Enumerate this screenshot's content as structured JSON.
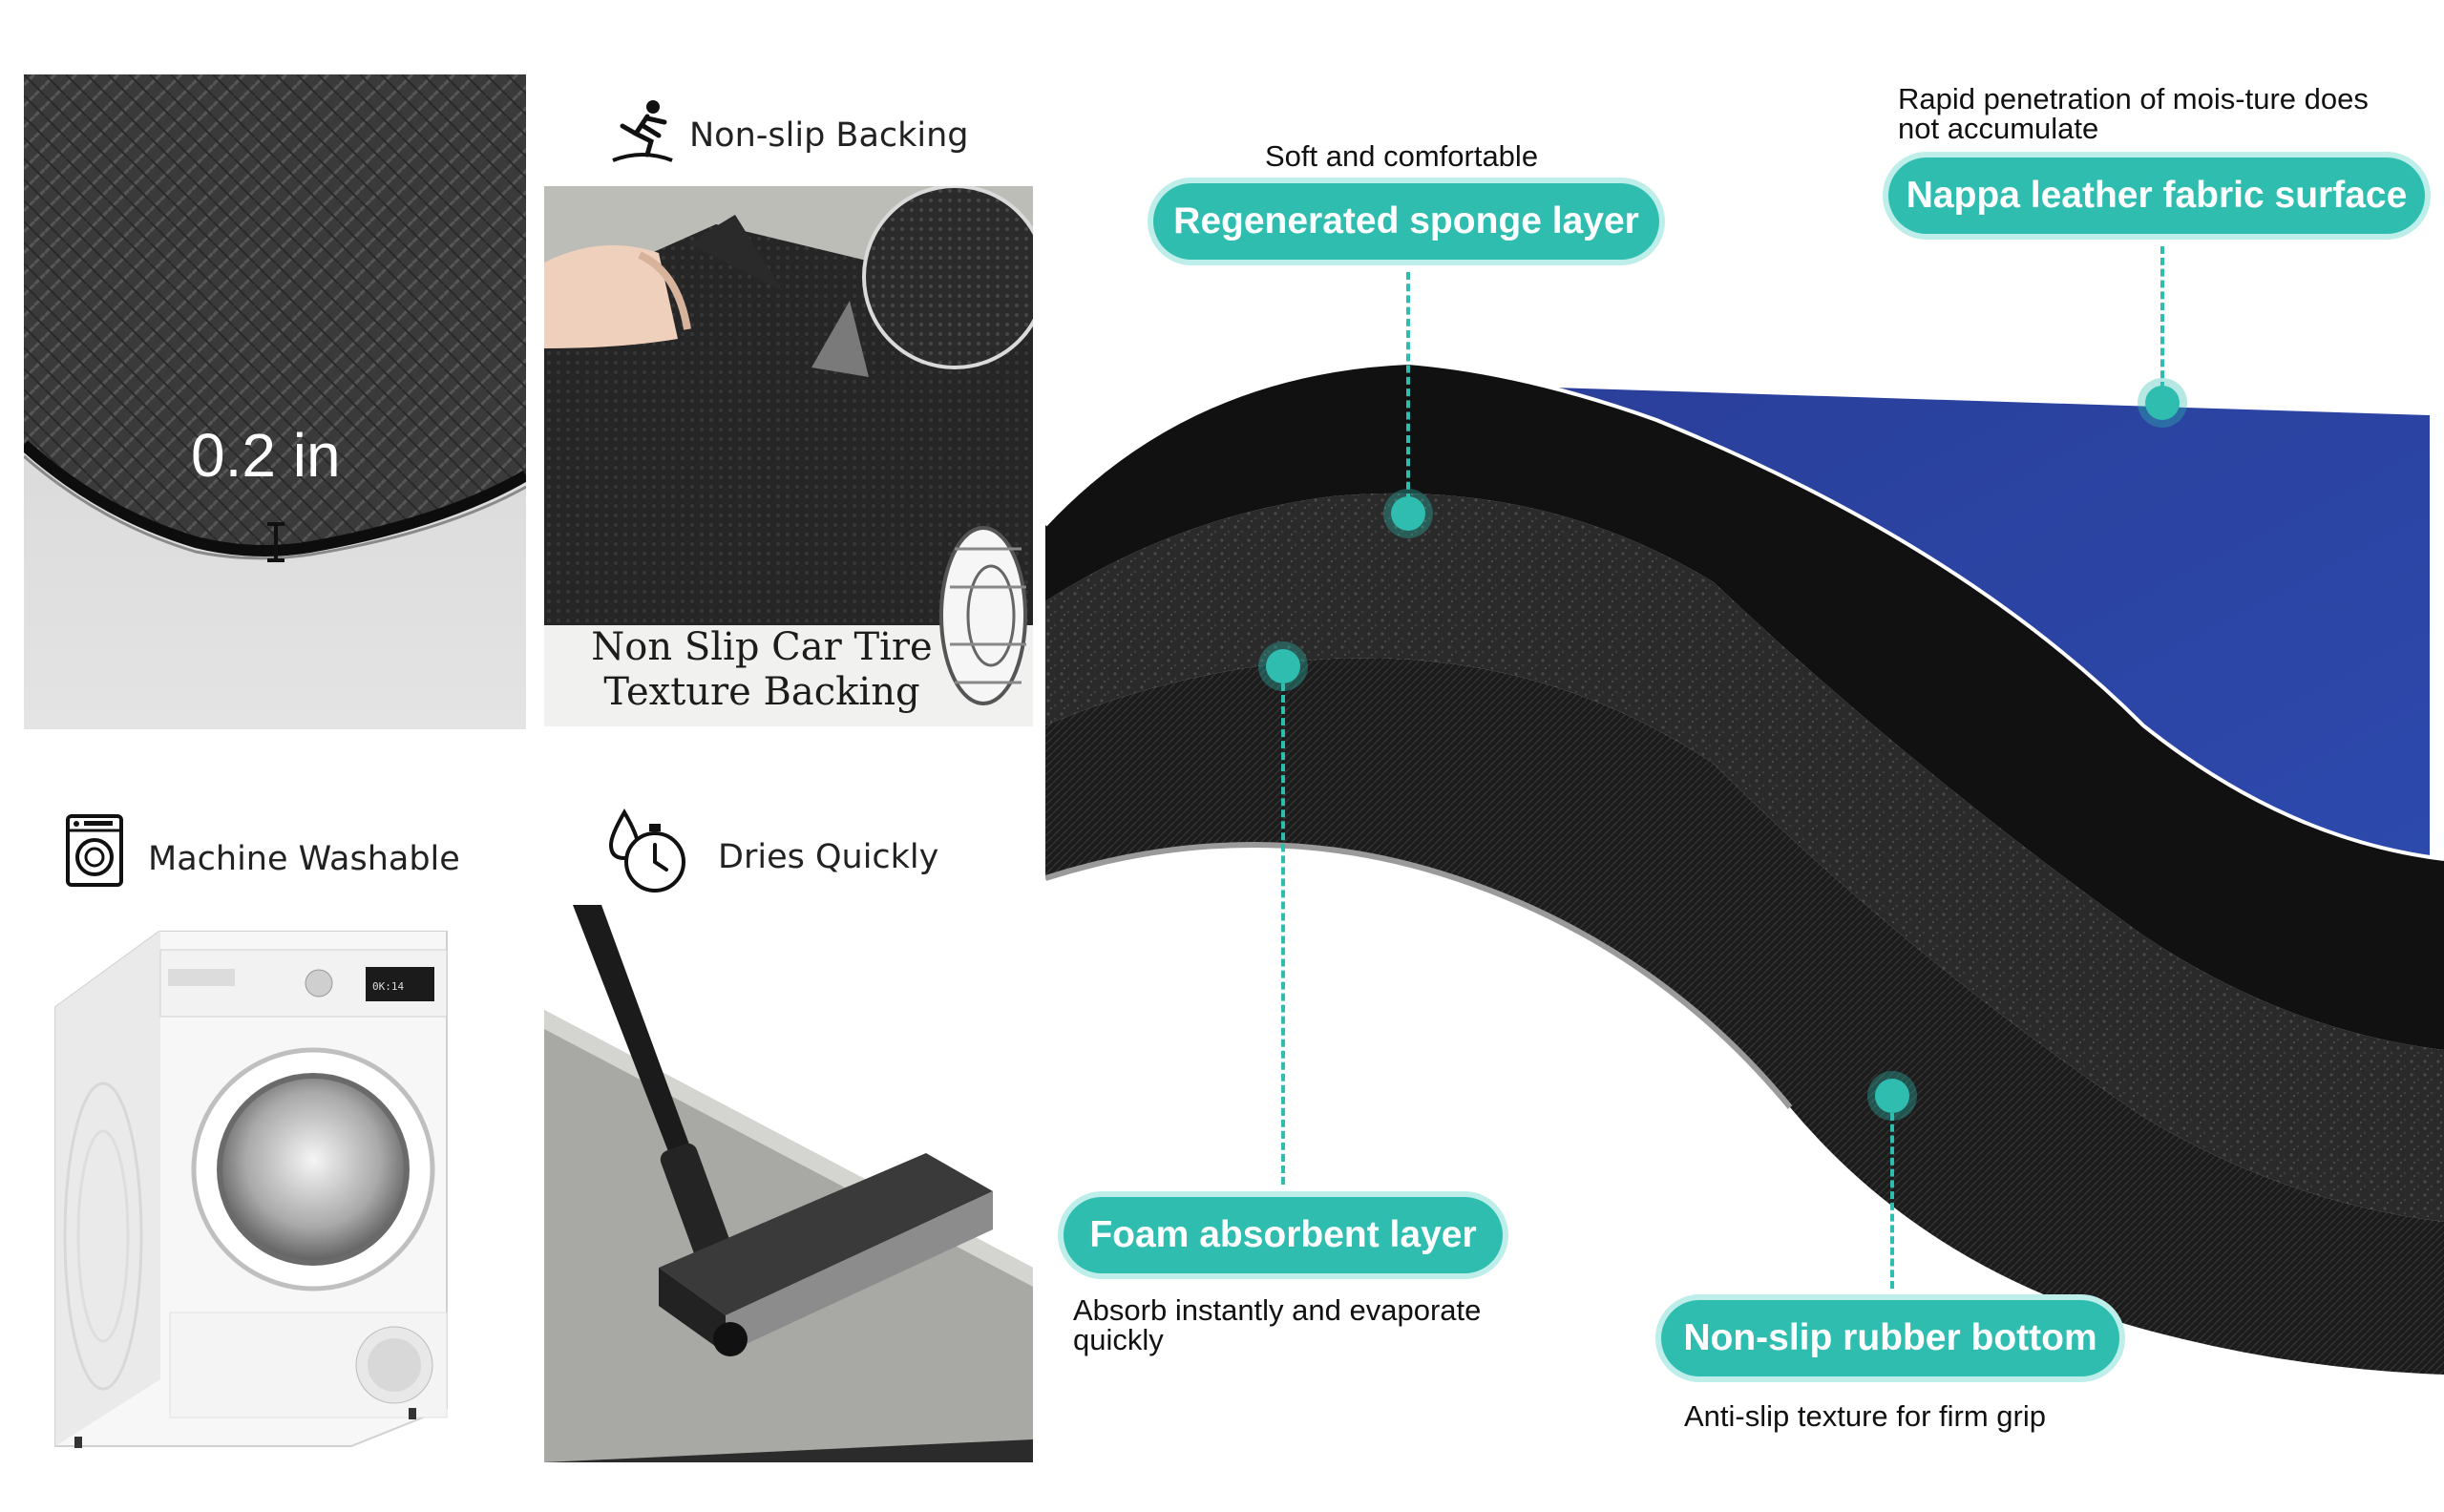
{
  "thickness_label": "0.2 in",
  "features": {
    "nonslip": "Non-slip Backing",
    "washable": "Machine Washable",
    "dries": "Dries Quickly"
  },
  "tire_caption": [
    "Non Slip Car Tire",
    "Texture Backing"
  ],
  "washer_display": "0K:14",
  "layers": {
    "sponge": {
      "title": "Regenerated sponge layer",
      "note": "Soft and comfortable"
    },
    "nappa": {
      "title": "Nappa leather fabric surface",
      "note_lines": [
        "Rapid penetration of mois-ture does",
        "not accumulate"
      ]
    },
    "foam": {
      "title": "Foam absorbent layer",
      "note_lines": [
        "Absorb instantly and evaporate",
        "quickly"
      ]
    },
    "rubber": {
      "title": "Non-slip rubber bottom",
      "note": "Anti-slip texture for firm grip"
    }
  },
  "colors": {
    "accent": "#2fbdb0",
    "surface_blue": "#2c47a8",
    "mat_black": "#1a1a1a",
    "gray_mat": "#b9b9b4"
  }
}
